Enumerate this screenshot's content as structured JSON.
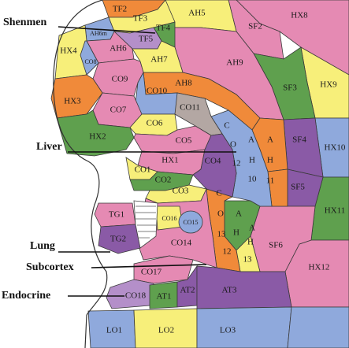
{
  "callouts": {
    "shenmen": "Shenmen",
    "liver": "Liver",
    "lung": "Lung",
    "subcortex": "Subcortex",
    "endocrine": "Endocrine"
  },
  "regions": {
    "TF2": "TF2",
    "TF3": "TF3",
    "TF4": "TF4",
    "TF5": "TF5",
    "AH5": "AH5",
    "AH6m": "AH6m",
    "AH6": "AH6",
    "AH7": "AH7",
    "AH8": "AH8",
    "AH9": "AH9",
    "SF2": "SF2",
    "SF3": "SF3",
    "SF4": "SF4",
    "SF5": "SF5",
    "SF6": "SF6",
    "HX2": "HX2",
    "HX3": "HX3",
    "HX4": "HX4",
    "HX8": "HX8",
    "HX9": "HX9",
    "HX10": "HX10",
    "HX11": "HX11",
    "HX12": "HX12",
    "HX1": "HX1",
    "CO1": "CO1",
    "CO2": "CO2",
    "CO3": "CO3",
    "CO4": "CO4",
    "CO5": "CO5",
    "CO6": "CO6",
    "CO7": "CO7",
    "CO8": "CO8",
    "CO9": "CO9",
    "CO10": "CO10",
    "CO11": "CO11",
    "CO12": [
      "C",
      "O",
      "12"
    ],
    "CO13": [
      "C",
      "O",
      "13"
    ],
    "CO14": "CO14",
    "CO15": "CO15",
    "CO16": "CO16",
    "CO17": "CO17",
    "CO18": "CO18",
    "AH10": [
      "A",
      "H",
      "10"
    ],
    "AH11": [
      "A",
      "H",
      "11"
    ],
    "AH12": [
      "A",
      "H",
      "12"
    ],
    "AH13": [
      "A",
      "H",
      "13"
    ],
    "TG1": "TG1",
    "TG2": "TG2",
    "AT1": "AT1",
    "AT2": "AT2",
    "AT3": "AT3",
    "LO1": "LO1",
    "LO2": "LO2",
    "LO3": "LO3"
  },
  "colors": {
    "pink": "#e58ab3",
    "orange": "#f08a3a",
    "yellow": "#f7ef7a",
    "green": "#5fa04e",
    "purple": "#8a5aa6",
    "blue": "#8fa9dc",
    "lightblue": "#b9c8e8",
    "lilac": "#b48fc9",
    "grey": "#b3a7a3",
    "tan": "#d8b58a"
  }
}
